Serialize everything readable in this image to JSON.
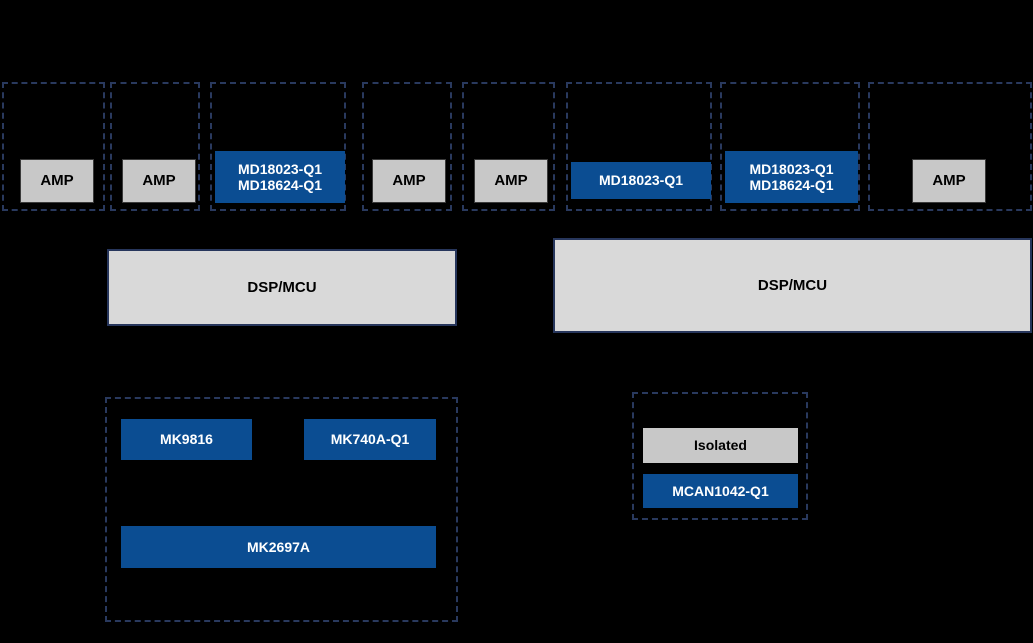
{
  "diagram": {
    "background_color": "#000000",
    "accent_blue": "#0B4D92",
    "dashed_border_color": "#29395E",
    "gray_fill": "#C8C8C8",
    "panel_fill": "#D9D9D9",
    "panel_border": "#27365C"
  },
  "sensor_row": {
    "groups": [
      {
        "id": "group-1",
        "chip": {
          "label": "AMP",
          "style": "gray"
        }
      },
      {
        "id": "group-2",
        "chip": {
          "label": "AMP",
          "style": "gray"
        }
      },
      {
        "id": "group-3",
        "chip": {
          "label": "MD18023-Q1\nMD18624-Q1",
          "style": "blue"
        }
      },
      {
        "id": "group-4",
        "chip": {
          "label": "AMP",
          "style": "gray"
        }
      },
      {
        "id": "group-5",
        "chip": {
          "label": "AMP",
          "style": "gray"
        }
      },
      {
        "id": "group-6",
        "chip": {
          "label": "MD18023-Q1",
          "style": "blue"
        }
      },
      {
        "id": "group-7",
        "chip": {
          "label": "MD18023-Q1\nMD18624-Q1",
          "style": "blue"
        }
      },
      {
        "id": "group-8",
        "chip": {
          "label": "AMP",
          "style": "gray"
        }
      }
    ]
  },
  "processors": {
    "left": {
      "label": "DSP/MCU"
    },
    "right": {
      "label": "DSP/MCU"
    }
  },
  "power_group": {
    "blocks": [
      {
        "id": "mk9816",
        "label": "MK9816",
        "style": "blue"
      },
      {
        "id": "mk740a",
        "label": "MK740A-Q1",
        "style": "blue"
      },
      {
        "id": "mk2697a",
        "label": "MK2697A",
        "style": "blue"
      }
    ]
  },
  "can_group": {
    "blocks": [
      {
        "id": "isolated",
        "label": "Isolated",
        "style": "gray"
      },
      {
        "id": "mcan1042",
        "label": "MCAN1042-Q1",
        "style": "blue"
      }
    ]
  }
}
